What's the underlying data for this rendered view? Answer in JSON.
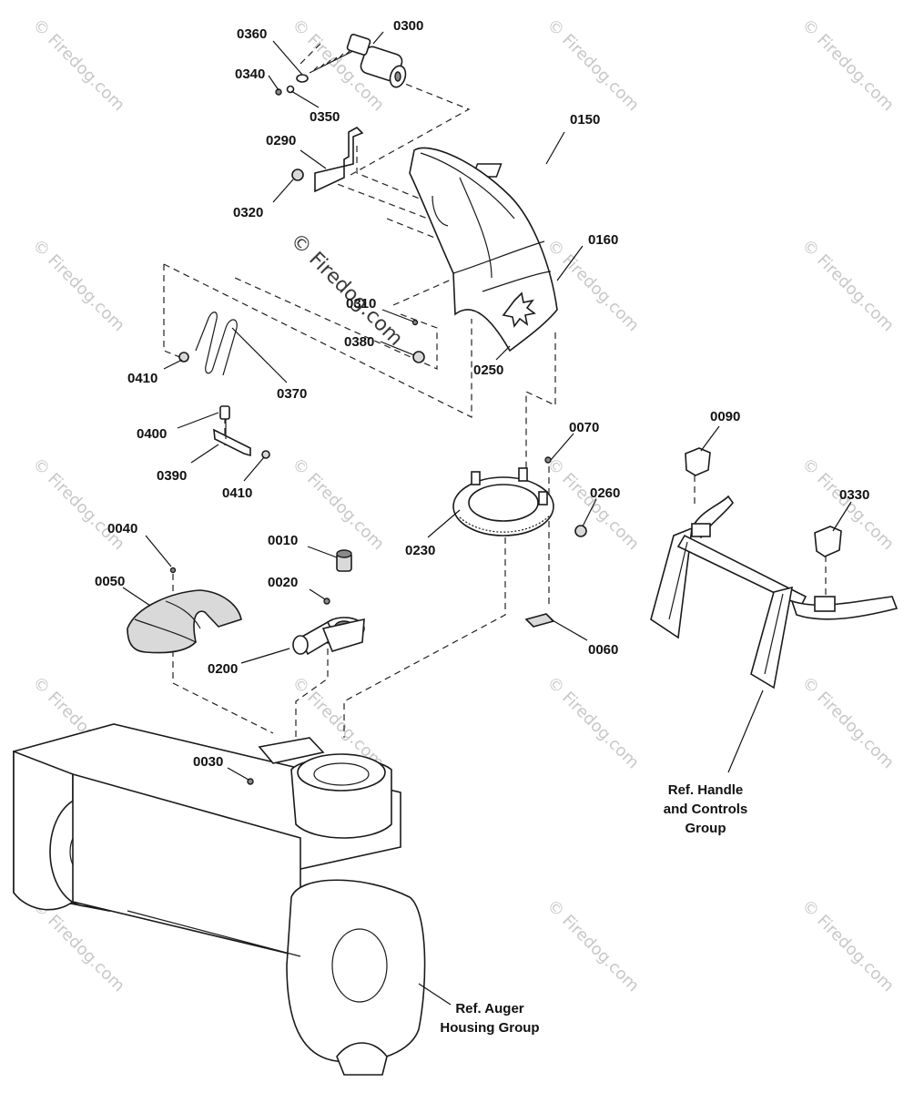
{
  "parts": [
    {
      "id": "p0300",
      "label": "0300"
    },
    {
      "id": "p0360",
      "label": "0360"
    },
    {
      "id": "p0340",
      "label": "0340"
    },
    {
      "id": "p0350",
      "label": "0350"
    },
    {
      "id": "p0150",
      "label": "0150"
    },
    {
      "id": "p0290",
      "label": "0290"
    },
    {
      "id": "p0320",
      "label": "0320"
    },
    {
      "id": "p0160",
      "label": "0160"
    },
    {
      "id": "p0310",
      "label": "0310"
    },
    {
      "id": "p0380",
      "label": "0380"
    },
    {
      "id": "p0250",
      "label": "0250"
    },
    {
      "id": "p0410a",
      "label": "0410"
    },
    {
      "id": "p0370",
      "label": "0370"
    },
    {
      "id": "p0400",
      "label": "0400"
    },
    {
      "id": "p0390",
      "label": "0390"
    },
    {
      "id": "p0410b",
      "label": "0410"
    },
    {
      "id": "p0070",
      "label": "0070"
    },
    {
      "id": "p0090",
      "label": "0090"
    },
    {
      "id": "p0260",
      "label": "0260"
    },
    {
      "id": "p0330",
      "label": "0330"
    },
    {
      "id": "p0230",
      "label": "0230"
    },
    {
      "id": "p0040",
      "label": "0040"
    },
    {
      "id": "p0010",
      "label": "0010"
    },
    {
      "id": "p0050",
      "label": "0050"
    },
    {
      "id": "p0020",
      "label": "0020"
    },
    {
      "id": "p0200",
      "label": "0200"
    },
    {
      "id": "p0060",
      "label": "0060"
    },
    {
      "id": "p0030",
      "label": "0030"
    }
  ],
  "refs": {
    "handle": [
      "Ref. Handle",
      "and Controls",
      "Group"
    ],
    "auger": [
      "Ref. Auger",
      "Housing Group"
    ]
  },
  "watermark": "© Firedog.com"
}
